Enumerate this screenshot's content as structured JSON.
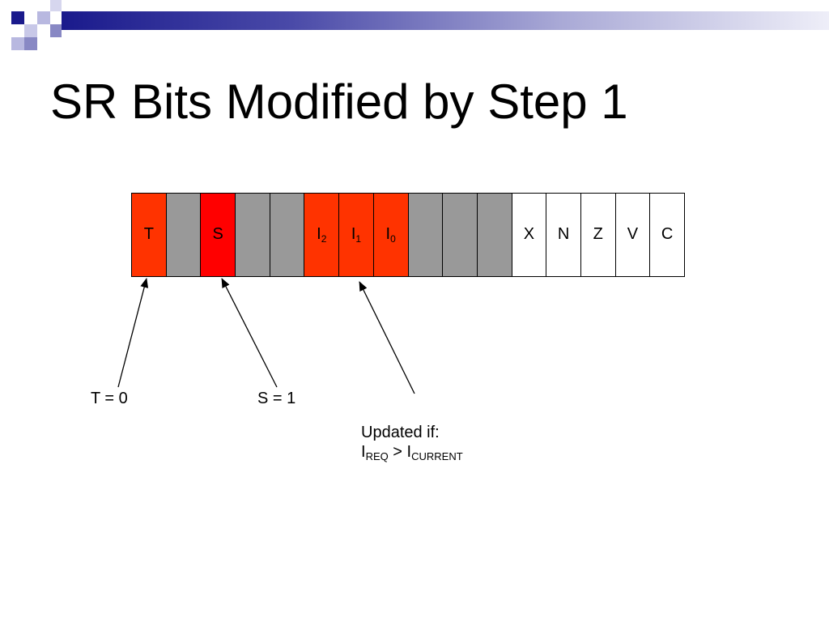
{
  "slide": {
    "title": "SR Bits Modified by Step 1"
  },
  "register": {
    "bits": [
      {
        "label": "T",
        "sub": "",
        "color": "#ff3300"
      },
      {
        "label": "",
        "sub": "",
        "color": "#999999"
      },
      {
        "label": "S",
        "sub": "",
        "color": "#ff0000"
      },
      {
        "label": "",
        "sub": "",
        "color": "#999999"
      },
      {
        "label": "",
        "sub": "",
        "color": "#999999"
      },
      {
        "label": "I",
        "sub": "2",
        "color": "#ff3300"
      },
      {
        "label": "I",
        "sub": "1",
        "color": "#ff3300"
      },
      {
        "label": "I",
        "sub": "0",
        "color": "#ff3300"
      },
      {
        "label": "",
        "sub": "",
        "color": "#999999"
      },
      {
        "label": "",
        "sub": "",
        "color": "#999999"
      },
      {
        "label": "",
        "sub": "",
        "color": "#999999"
      },
      {
        "label": "X",
        "sub": "",
        "color": "#ffffff"
      },
      {
        "label": "N",
        "sub": "",
        "color": "#ffffff"
      },
      {
        "label": "Z",
        "sub": "",
        "color": "#ffffff"
      },
      {
        "label": "V",
        "sub": "",
        "color": "#ffffff"
      },
      {
        "label": "C",
        "sub": "",
        "color": "#ffffff"
      }
    ]
  },
  "annotations": {
    "t_label": "T = 0",
    "s_label": "S = 1",
    "update_line1": "Updated if:",
    "update_i1": "I",
    "update_sub1": "REQ",
    "update_op": " > ",
    "update_i2": "I",
    "update_sub2": "CURRENT"
  },
  "colors": {
    "header_dark": "#1a1a8c",
    "header_mid": "#4a4aa8",
    "header_light": "#a9a9d6"
  }
}
